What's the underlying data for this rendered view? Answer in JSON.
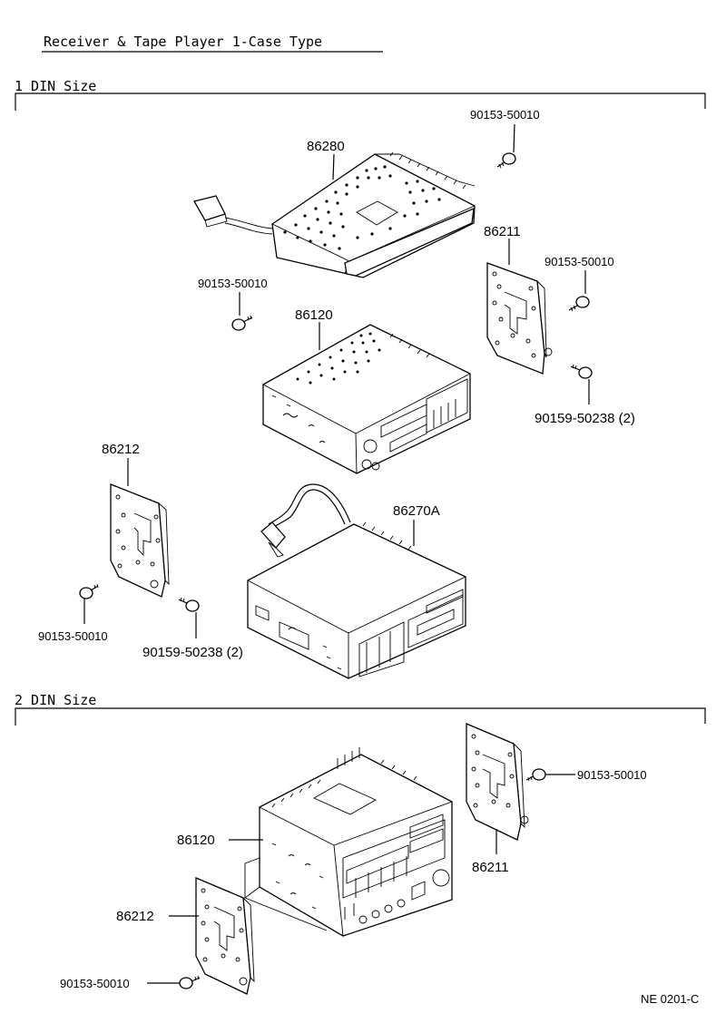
{
  "title": "Receiver & Tape Player 1-Case Type",
  "sections": {
    "din1": "1 DIN Size",
    "din2": "2 DIN Size"
  },
  "labels": {
    "p86280": "86280",
    "p86211_a": "86211",
    "p86120_a": "86120",
    "p86212_a": "86212",
    "p86270A": "86270A",
    "s_top": "90153-50010",
    "s_left": "90153-50010",
    "s_right": "90153-50010",
    "s_right_b": "90159-50238 (2)",
    "s_lower_l": "90153-50010",
    "s_lower_m": "90159-50238 (2)",
    "s_din2_r": "90153-50010",
    "p86120_b": "86120",
    "p86211_b": "86211",
    "p86212_b": "86212",
    "s_din2_l": "90153-50010"
  },
  "ref_code": "NE 0201-C"
}
